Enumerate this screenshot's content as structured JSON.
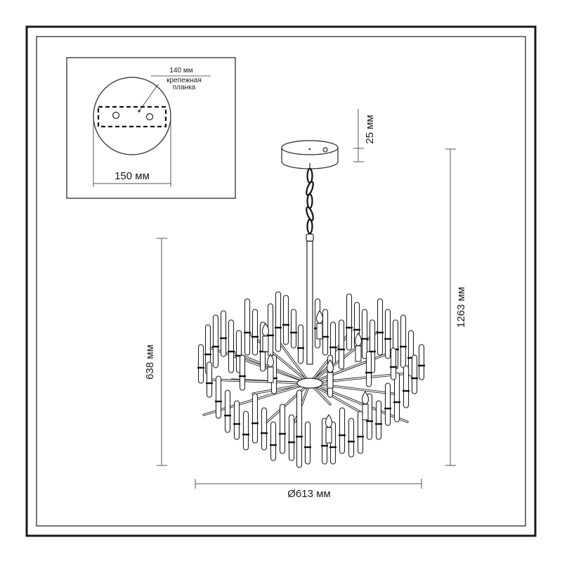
{
  "inset": {
    "plate_length": "140 мм",
    "plate_caption_line1": "крепежная",
    "plate_caption_line2": "планка",
    "canopy_diameter": "150 мм"
  },
  "dimensions": {
    "canopy_height": "25 мм",
    "total_height": "1263 мм",
    "body_height": "638 мм",
    "body_diameter": "Ø613 мм"
  },
  "colors": {
    "frame": "#1a1a1a",
    "line": "#222222",
    "dimension_line": "#555555"
  }
}
